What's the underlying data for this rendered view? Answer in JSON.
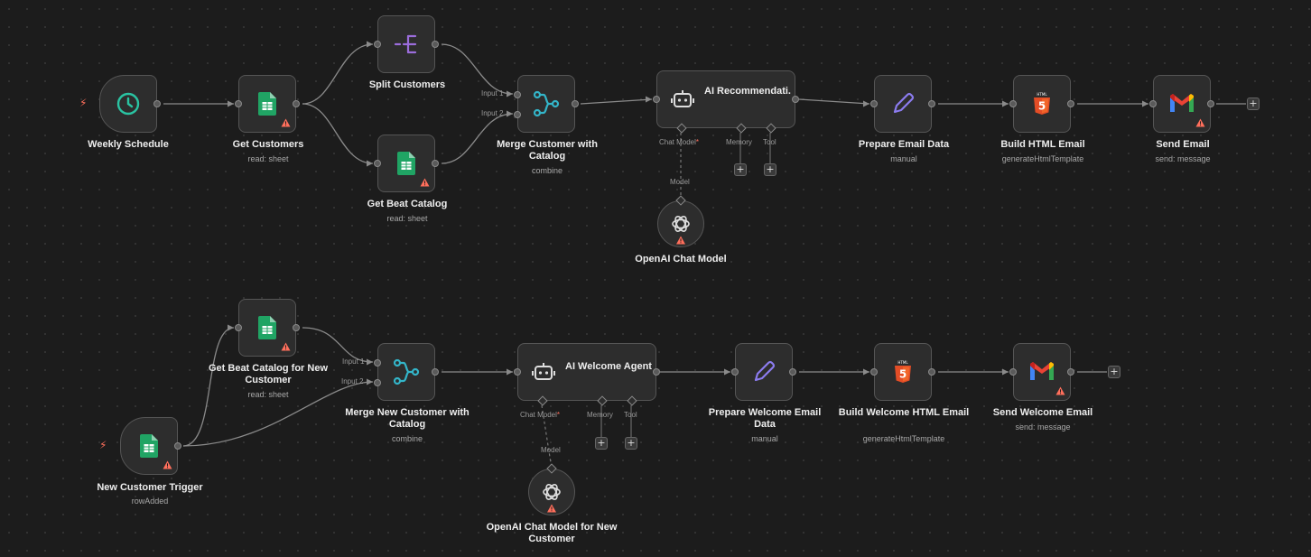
{
  "colors": {
    "canvas": "#1c1c1c",
    "node_bg": "#2d2d2d",
    "edge": "#8a8a8a",
    "warning": "#ff6f5c",
    "schedule_icon": "#2ac3a2",
    "merge_icon": "#33b5c9",
    "split_icon": "#9b6ddb",
    "edit_icon": "#8c7cf0"
  },
  "bolt_glyph": "⚡",
  "plus_glyph": "+",
  "workflow1": {
    "weekly_schedule": {
      "name": "Weekly Schedule",
      "icon": "clock-icon"
    },
    "get_customers": {
      "name": "Get Customers",
      "sub": "read: sheet",
      "icon": "google-sheets-icon"
    },
    "split_customers": {
      "name": "Split Customers",
      "icon": "split-out-icon"
    },
    "get_beat_catalog": {
      "name": "Get Beat Catalog",
      "sub": "read: sheet",
      "icon": "google-sheets-icon"
    },
    "merge": {
      "name": "Merge Customer with Catalog",
      "sub": "combine",
      "icon": "merge-icon",
      "input1": "Input 1",
      "input2": "Input 2"
    },
    "ai_agent": {
      "name": "AI Recommendati...",
      "icon": "robot-icon",
      "chat_model": "Chat Model",
      "required": "*",
      "memory": "Memory",
      "tool": "Tool",
      "model": "Model"
    },
    "openai_model": {
      "name": "OpenAI Chat Model",
      "icon": "openai-icon"
    },
    "prepare_email": {
      "name": "Prepare Email Data",
      "sub": "manual",
      "icon": "pencil-icon"
    },
    "build_html": {
      "name": "Build HTML Email",
      "sub": "generateHtmlTemplate",
      "icon": "html5-icon"
    },
    "send_email": {
      "name": "Send Email",
      "sub": "send: message",
      "icon": "gmail-icon"
    }
  },
  "workflow2": {
    "get_beat_catalog_new": {
      "name": "Get Beat Catalog for New Customer",
      "sub": "read: sheet",
      "icon": "google-sheets-icon"
    },
    "new_customer_trigger": {
      "name": "New Customer Trigger",
      "sub": "rowAdded",
      "icon": "google-sheets-icon"
    },
    "merge_new": {
      "name": "Merge New Customer with Catalog",
      "sub": "combine",
      "icon": "merge-icon",
      "input1": "Input 1",
      "input2": "Input 2"
    },
    "ai_welcome": {
      "name": "AI Welcome Agent",
      "icon": "robot-icon",
      "chat_model": "Chat Model",
      "required": "*",
      "memory": "Memory",
      "tool": "Tool",
      "model": "Model"
    },
    "openai_model_new": {
      "name": "OpenAI Chat Model for New Customer",
      "icon": "openai-icon"
    },
    "prepare_welcome": {
      "name": "Prepare Welcome Email Data",
      "sub": "manual",
      "icon": "pencil-icon"
    },
    "build_welcome_html": {
      "name": "Build Welcome HTML Email",
      "sub": "generateHtmlTemplate",
      "icon": "html5-icon"
    },
    "send_welcome": {
      "name": "Send Welcome Email",
      "sub": "send: message",
      "icon": "gmail-icon"
    }
  }
}
